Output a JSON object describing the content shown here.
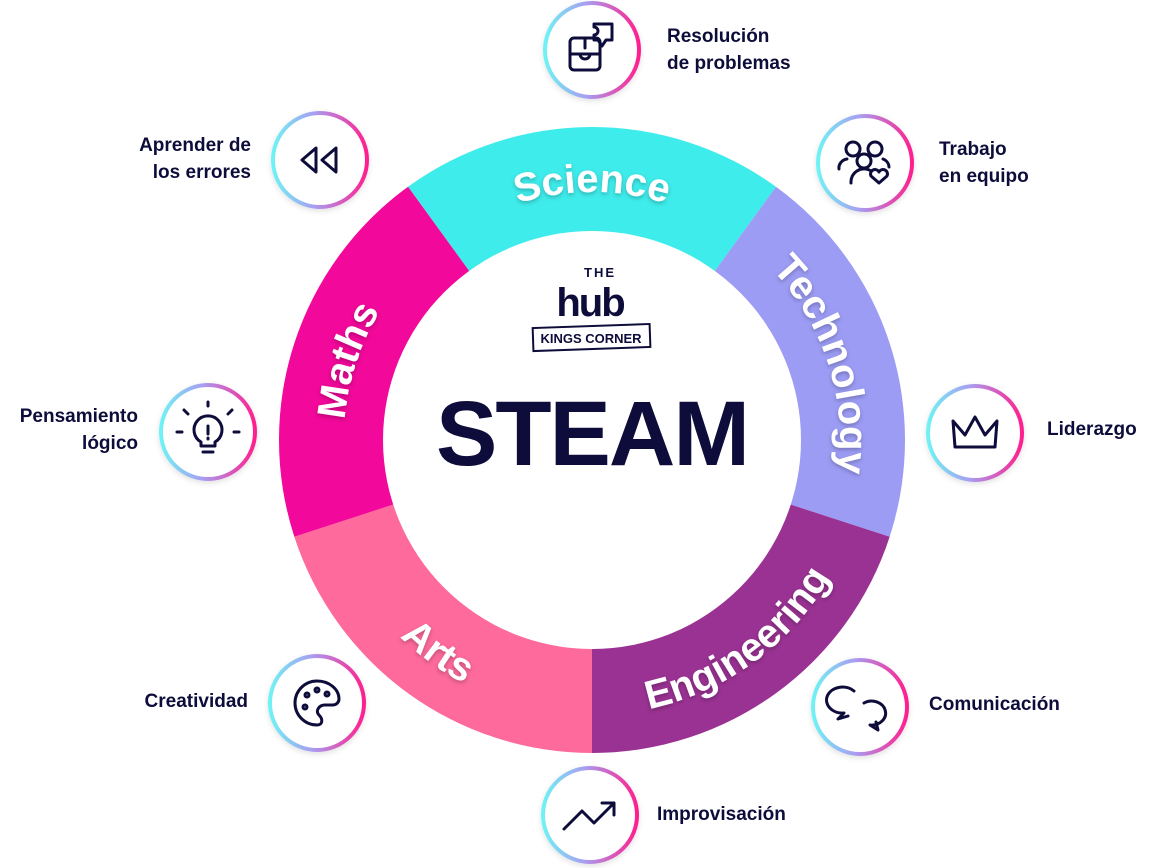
{
  "center": {
    "title": "STEAM",
    "logo": {
      "top": "THE",
      "main": "hub",
      "sub": "KINGS CORNER"
    }
  },
  "segments": [
    {
      "label": "Science",
      "color": "#3eeceb"
    },
    {
      "label": "Technology",
      "color": "#9c9cf5"
    },
    {
      "label": "Engineering",
      "color": "#9a3293"
    },
    {
      "label": "Arts",
      "color": "#fe6a9b"
    },
    {
      "label": "Maths",
      "color": "#f2089a"
    }
  ],
  "skills": [
    {
      "icon": "puzzle-icon",
      "line1": "Resolución",
      "line2": "de problemas"
    },
    {
      "icon": "team-heart-icon",
      "line1": "Trabajo",
      "line2": "en equipo"
    },
    {
      "icon": "crown-icon",
      "line1": "Liderazgo",
      "line2": ""
    },
    {
      "icon": "chat-bubbles-icon",
      "line1": "Comunicación",
      "line2": ""
    },
    {
      "icon": "trend-up-icon",
      "line1": "Improvisación",
      "line2": ""
    },
    {
      "icon": "palette-icon",
      "line1": "Creatividad",
      "line2": ""
    },
    {
      "icon": "lightbulb-icon",
      "line1": "Pensamiento",
      "line2": "lógico"
    },
    {
      "icon": "rewind-icon",
      "line1": "Aprender de",
      "line2": "los errores"
    }
  ],
  "colors": {
    "text": "#0d0c3a",
    "ring_start": "#6ff2f5",
    "ring_end": "#ff1f8e"
  }
}
